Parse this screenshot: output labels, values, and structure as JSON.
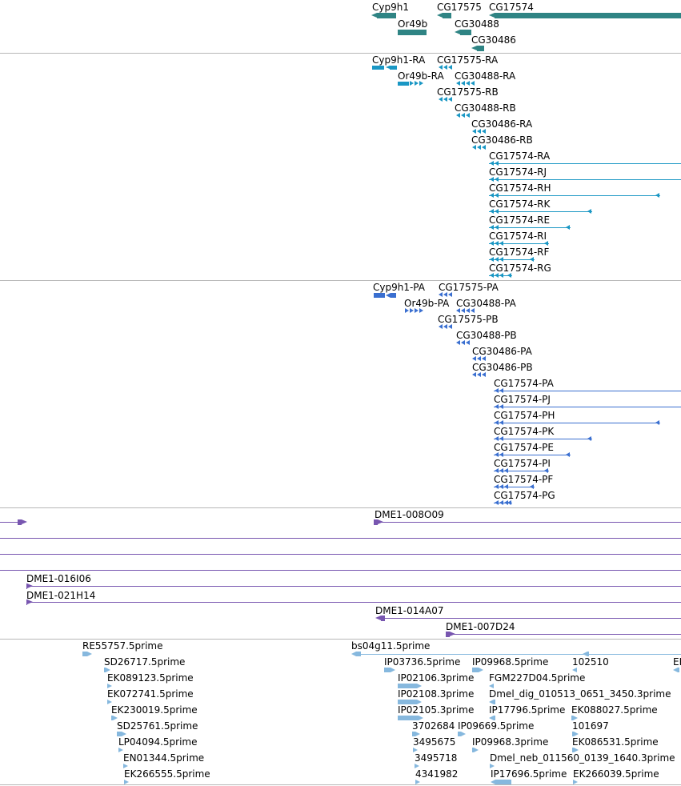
{
  "colors": {
    "gene": "#2f8484",
    "transcript": "#1a97c4",
    "protein": "#3a6fd0",
    "bac": "#7856b0",
    "est": "#86b8de",
    "divider": "#b7b7b7"
  },
  "genes": [
    "Cyp9h1",
    "Or49b",
    "CG17575",
    "CG30488",
    "CG30486",
    "CG17574"
  ],
  "transcripts": [
    "Cyp9h1-RA",
    "Or49b-RA",
    "CG17575-RA",
    "CG30488-RA",
    "CG17575-RB",
    "CG30488-RB",
    "CG30486-RA",
    "CG30486-RB",
    "CG17574-RA",
    "CG17574-RJ",
    "CG17574-RH",
    "CG17574-RK",
    "CG17574-RE",
    "CG17574-RI",
    "CG17574-RF",
    "CG17574-RG"
  ],
  "proteins": [
    "Cyp9h1-PA",
    "CG17575-PA",
    "Or49b-PA",
    "CG30488-PA",
    "CG17575-PB",
    "CG30488-PB",
    "CG30486-PA",
    "CG30486-PB",
    "CG17574-PA",
    "CG17574-PJ",
    "CG17574-PH",
    "CG17574-PK",
    "CG17574-PE",
    "CG17574-PI",
    "CG17574-PF",
    "CG17574-PG"
  ],
  "bacs": [
    "DME1-008O09",
    "DME1-016I06",
    "DME1-021H14",
    "DME1-014A07",
    "DME1-007D24"
  ],
  "ests": [
    "RE55757.5prime",
    "bs04g11.5prime",
    "SD26717.5prime",
    "IP03736.5prime",
    "IP09968.5prime",
    "102510",
    "EK",
    "EK089123.5prime",
    "IP02106.3prime",
    "FGM227D04.5prime",
    "EK072741.5prime",
    "IP02108.3prime",
    "Dmel_dig_010513_0651_3450.3prime",
    "EK230019.5prime",
    "IP02105.3prime",
    "IP17796.5prime",
    "EK088027.5prime",
    "SD25761.5prime",
    "3702684",
    "IP09669.5prime",
    "101697",
    "LP04094.5prime",
    "3495675",
    "IP09968.3prime",
    "EK086531.5prime",
    "EN01344.5prime",
    "3495718",
    "Dmel_neb_011560_0139_1640.3prime",
    "EK266555.5prime",
    "4341982",
    "IP17696.5prime",
    "EK266039.5prime"
  ]
}
